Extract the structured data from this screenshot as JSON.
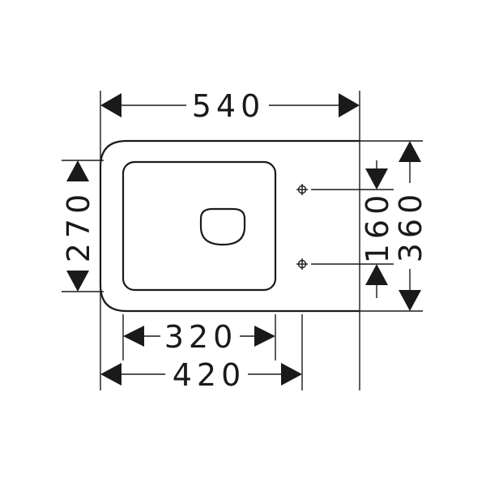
{
  "dimensions": {
    "overall_width": "540",
    "overall_height": "360",
    "seat_height": "270",
    "bowl_width": "320",
    "fixing_spacing": "160",
    "base_width": "420"
  }
}
